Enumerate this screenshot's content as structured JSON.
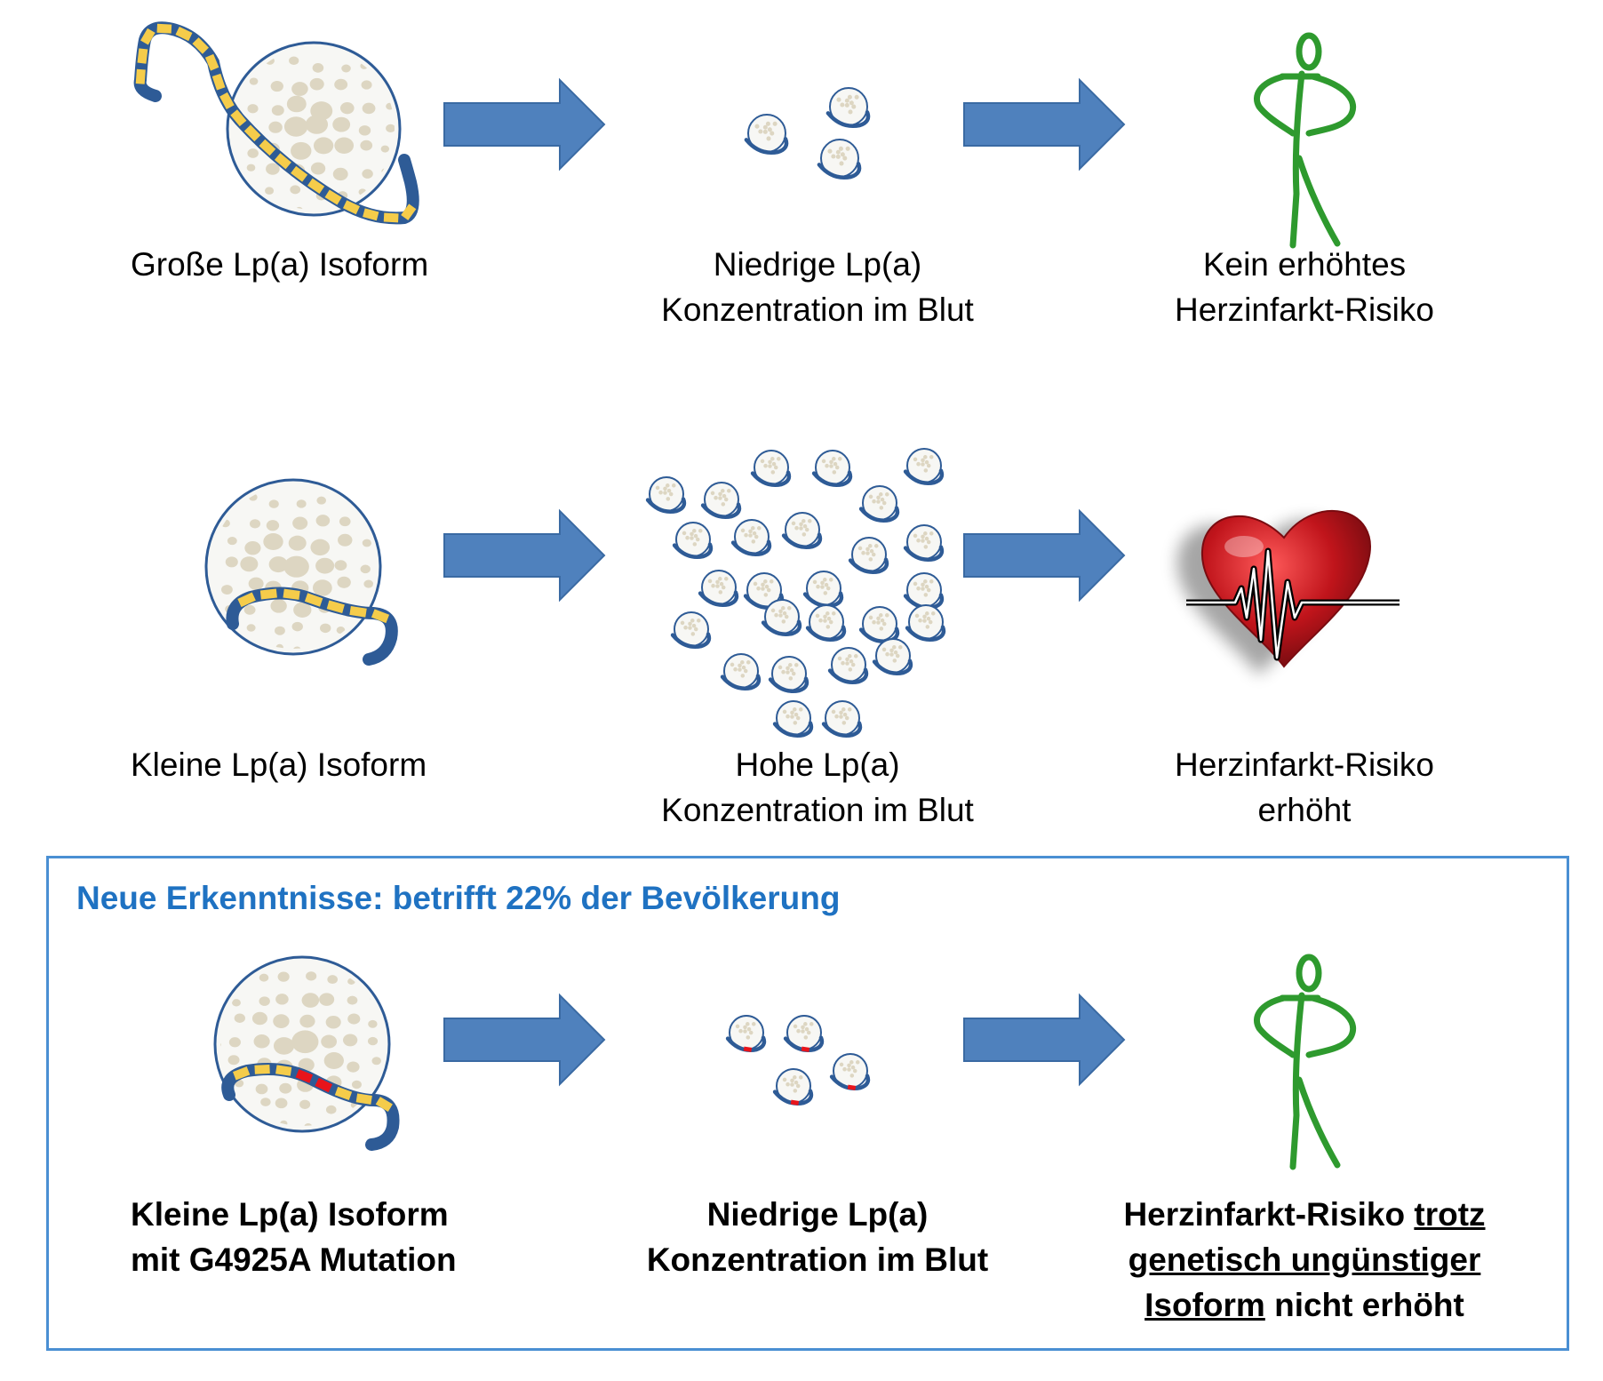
{
  "rows": [
    {
      "cause": [
        "Große Lp(a) Isoform"
      ],
      "concentration": [
        "Niedrige Lp(a)",
        "Konzentration im Blut"
      ],
      "outcome": [
        "Kein erhöhtes",
        "Herzinfarkt-Risiko"
      ]
    },
    {
      "cause": [
        "Kleine Lp(a) Isoform"
      ],
      "concentration": [
        "Hohe Lp(a)",
        "Konzentration im Blut"
      ],
      "outcome": [
        "Herzinfarkt-Risiko",
        "erhöht"
      ]
    },
    {
      "cause": [
        "Kleine Lp(a) Isoform",
        "mit G4925A Mutation"
      ],
      "concentration": [
        "Niedrige Lp(a)",
        "Konzentration im Blut"
      ],
      "outcome": {
        "line1_a": "Herzinfarkt-Risiko ",
        "line1_b": "trotz",
        "line2": "genetisch ungünstiger",
        "line3_a": "Isoform",
        "line3_b": " nicht erhöht"
      }
    }
  ],
  "box_title": "Neue Erkenntnisse: betrifft 22% der Bevölkerung",
  "colors": {
    "arrow": "#4f81bd",
    "chain": "#2e5b96",
    "kringle": "#f5cc4a",
    "mutation": "#e8141b",
    "particle_fill": "#f7f7f4",
    "particle_dots": "#ddd6c2",
    "figure": "#2e9a2e",
    "heart": "#c0141b",
    "box_border": "#4a8fd3",
    "box_title": "#1f72c2"
  },
  "icons": [
    "lpa-particle-icon",
    "arrow-right-icon",
    "healthy-person-icon",
    "heart-ecg-icon"
  ]
}
